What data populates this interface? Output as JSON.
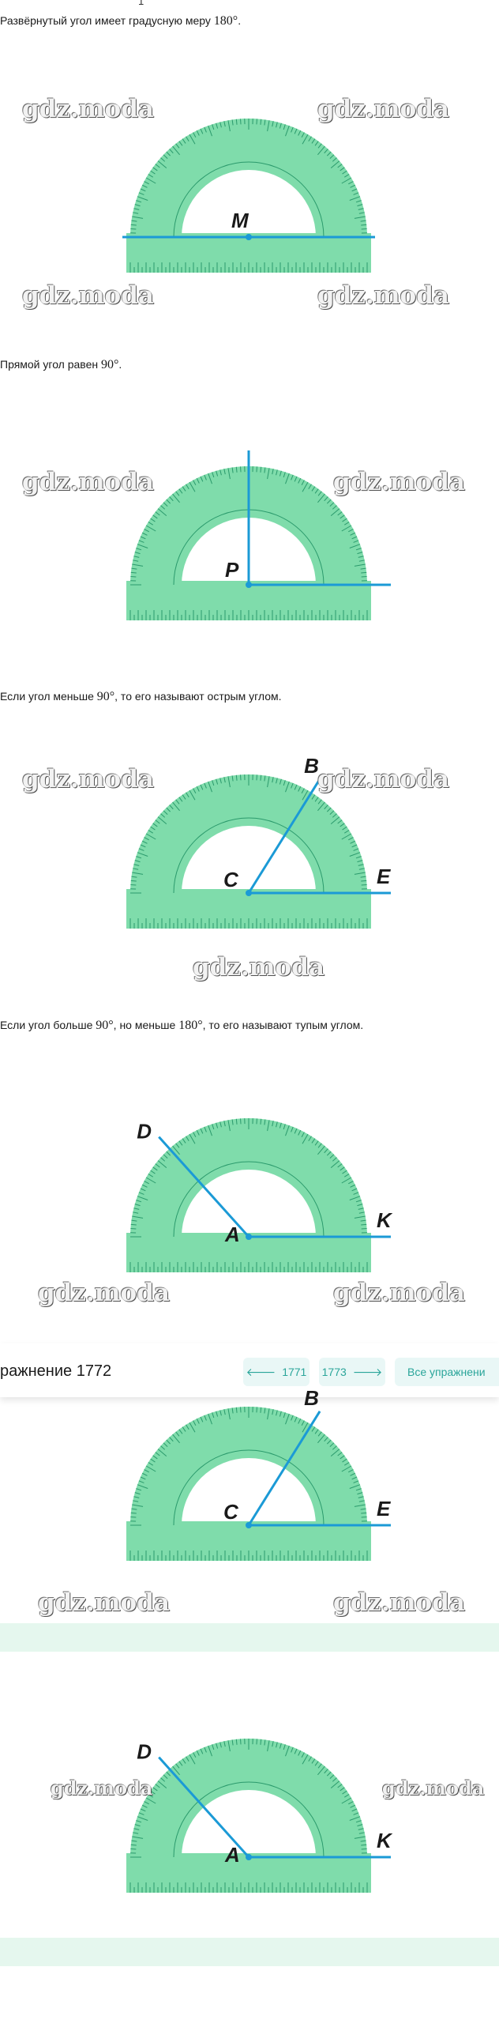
{
  "page_number": "1",
  "paragraphs": [
    {
      "before": "Развёрнутый угол имеет градусную меру ",
      "math": "180°",
      "after": "."
    },
    {
      "before": "Прямой угол равен ",
      "math": "90°",
      "after": "."
    },
    {
      "before": "Если угол меньше ",
      "math": "90°",
      "after": ", то его называют острым углом."
    },
    {
      "before": "Если угол больше ",
      "math": "90°",
      "middle": ", но меньше ",
      "math2": "180°",
      "after": ", то его называют тупым углом."
    }
  ],
  "watermark": "gdz.moda",
  "figures": [
    {
      "vertex": "M",
      "type": "straight"
    },
    {
      "vertex": "P",
      "type": "right"
    },
    {
      "vertex": "C",
      "ray_end": "B",
      "base_end": "E",
      "type": "acute"
    },
    {
      "vertex": "A",
      "ray_end": "D",
      "base_end": "K",
      "type": "obtuse"
    },
    {
      "vertex": "C",
      "ray_end": "B",
      "base_end": "E",
      "type": "acute"
    },
    {
      "vertex": "A",
      "ray_end": "D",
      "base_end": "K",
      "type": "obtuse"
    }
  ],
  "nav": {
    "title": "ражнение 1772",
    "prev_label": "1771",
    "next_label": "1773",
    "all_label": "Все упражнени",
    "prev_icon": "arrow-left-icon",
    "next_icon": "arrow-right-icon"
  },
  "colors": {
    "protractor_fill": "#7fdcab",
    "protractor_dark": "#2b9a6c",
    "ray": "#1b9ad6",
    "accent": "#2aa59a",
    "band": "#e5f7ee"
  }
}
